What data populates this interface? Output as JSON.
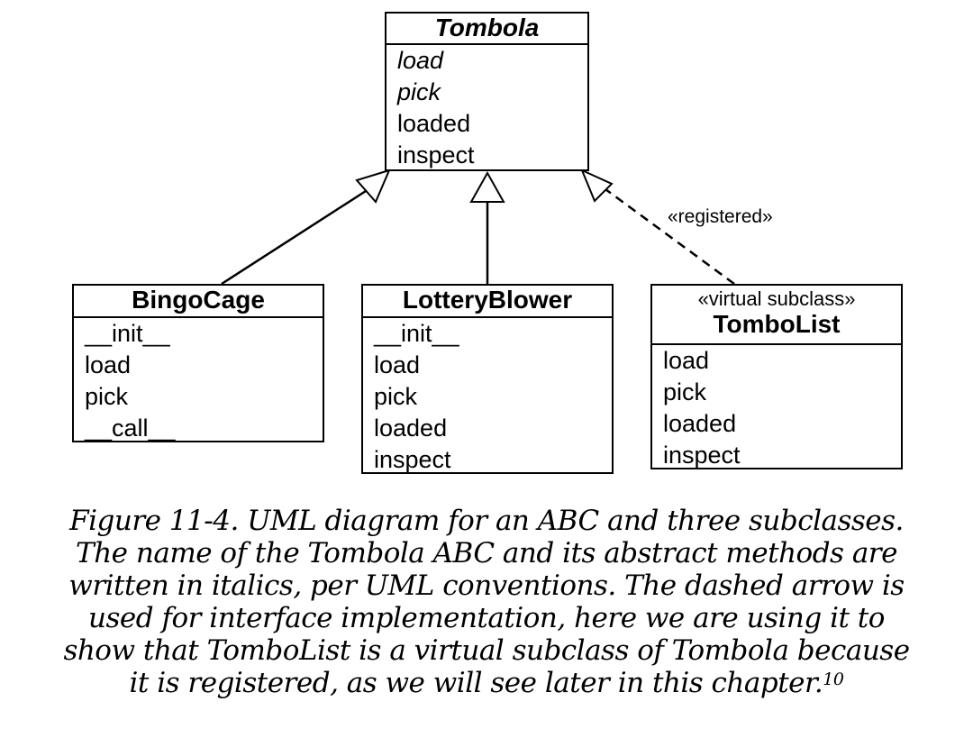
{
  "diagram": {
    "classes": [
      {
        "id": "tombola",
        "stereotype": "",
        "name": "Tombola",
        "methods": [
          {
            "name": "load",
            "abstract": true
          },
          {
            "name": "pick",
            "abstract": true
          },
          {
            "name": "loaded",
            "abstract": false
          },
          {
            "name": "inspect",
            "abstract": false
          }
        ]
      },
      {
        "id": "bingocage",
        "stereotype": "",
        "name": "BingoCage",
        "methods": [
          {
            "name": "__init__",
            "abstract": false
          },
          {
            "name": "load",
            "abstract": false
          },
          {
            "name": "pick",
            "abstract": false
          },
          {
            "name": "__call__",
            "abstract": false
          }
        ]
      },
      {
        "id": "lotteryblower",
        "stereotype": "",
        "name": "LotteryBlower",
        "methods": [
          {
            "name": "__init__",
            "abstract": false
          },
          {
            "name": "load",
            "abstract": false
          },
          {
            "name": "pick",
            "abstract": false
          },
          {
            "name": "loaded",
            "abstract": false
          },
          {
            "name": "inspect",
            "abstract": false
          }
        ]
      },
      {
        "id": "tombolist",
        "stereotype": "«virtual subclass»",
        "name": "TomboList",
        "methods": [
          {
            "name": "load",
            "abstract": false
          },
          {
            "name": "pick",
            "abstract": false
          },
          {
            "name": "loaded",
            "abstract": false
          },
          {
            "name": "inspect",
            "abstract": false
          }
        ]
      }
    ],
    "edges": [
      {
        "from": "bingocage",
        "to": "tombola",
        "style": "solid",
        "label": ""
      },
      {
        "from": "lotteryblower",
        "to": "tombola",
        "style": "solid",
        "label": ""
      },
      {
        "from": "tombolist",
        "to": "tombola",
        "style": "dashed",
        "label": "«registered»"
      }
    ]
  },
  "caption": {
    "text": "Figure 11-4. UML diagram for an ABC and three subclasses. The name of the Tombola ABC and its abstract methods are written in italics, per UML conventions. The dashed arrow is used for interface implementation, here we are using it to show that TomboList is a virtual subclass of Tombola because it is registered, as we will see later in this chapter.",
    "footnote": "10"
  }
}
